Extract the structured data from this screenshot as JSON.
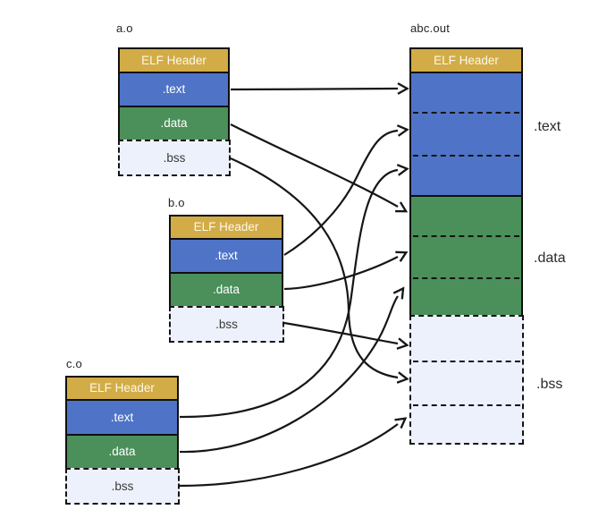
{
  "diagram": {
    "kind": "elf-object-linking",
    "colors": {
      "elf_header_fill": "#d2ac46",
      "text_fill": "#4f74c7",
      "data_fill": "#4b8f5a",
      "bss_fill": "#edf1fb",
      "line": "#161616",
      "label_text": "#252525"
    },
    "object_files": [
      {
        "name": "a.o",
        "sections": {
          "header": "ELF Header",
          "text": ".text",
          "data": ".data",
          "bss": ".bss"
        }
      },
      {
        "name": "b.o",
        "sections": {
          "header": "ELF Header",
          "text": ".text",
          "data": ".data",
          "bss": ".bss"
        }
      },
      {
        "name": "c.o",
        "sections": {
          "header": "ELF Header",
          "text": ".text",
          "data": ".data",
          "bss": ".bss"
        }
      }
    ],
    "output_file": {
      "name": "abc.out",
      "header": "ELF Header",
      "regions": [
        {
          "label": ".text",
          "subdivisions": 3
        },
        {
          "label": ".data",
          "subdivisions": 3
        },
        {
          "label": ".bss",
          "subdivisions": 3
        }
      ]
    },
    "links": [
      {
        "from": "a.o/.text",
        "to": "abc.out/.text#1"
      },
      {
        "from": "a.o/.data",
        "to": "abc.out/.data#1"
      },
      {
        "from": "a.o/.bss",
        "to": "abc.out/.bss#2"
      },
      {
        "from": "b.o/.text",
        "to": "abc.out/.text#2"
      },
      {
        "from": "b.o/.data",
        "to": "abc.out/.data#2"
      },
      {
        "from": "b.o/.bss",
        "to": "abc.out/.bss#1"
      },
      {
        "from": "c.o/.text",
        "to": "abc.out/.text#3"
      },
      {
        "from": "c.o/.data",
        "to": "abc.out/.data#3"
      },
      {
        "from": "c.o/.bss",
        "to": "abc.out/.bss#3"
      }
    ]
  }
}
